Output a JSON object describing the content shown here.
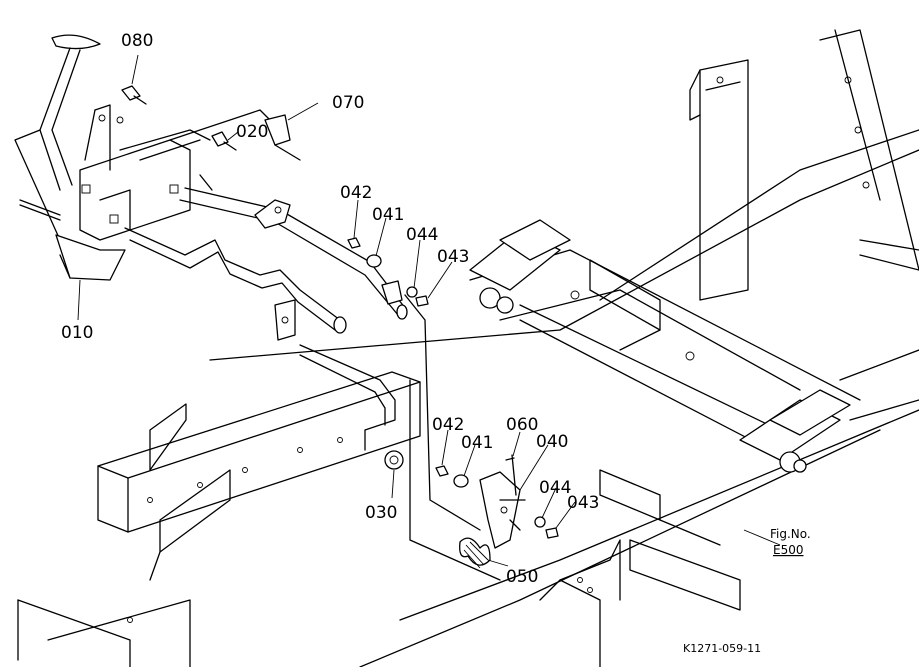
{
  "labels": {
    "p080": "080",
    "p070": "070",
    "p020": "020",
    "p010": "010",
    "p042a": "042",
    "p041a": "041",
    "p044a": "044",
    "p043a": "043",
    "p030": "030",
    "p042b": "042",
    "p041b": "041",
    "p060": "060",
    "p040": "040",
    "p044b": "044",
    "p043b": "043",
    "p050": "050"
  },
  "figure": {
    "fig_label": "Fig.No.",
    "fig_number": "E500",
    "drawing_code": "K1271-059-11"
  }
}
